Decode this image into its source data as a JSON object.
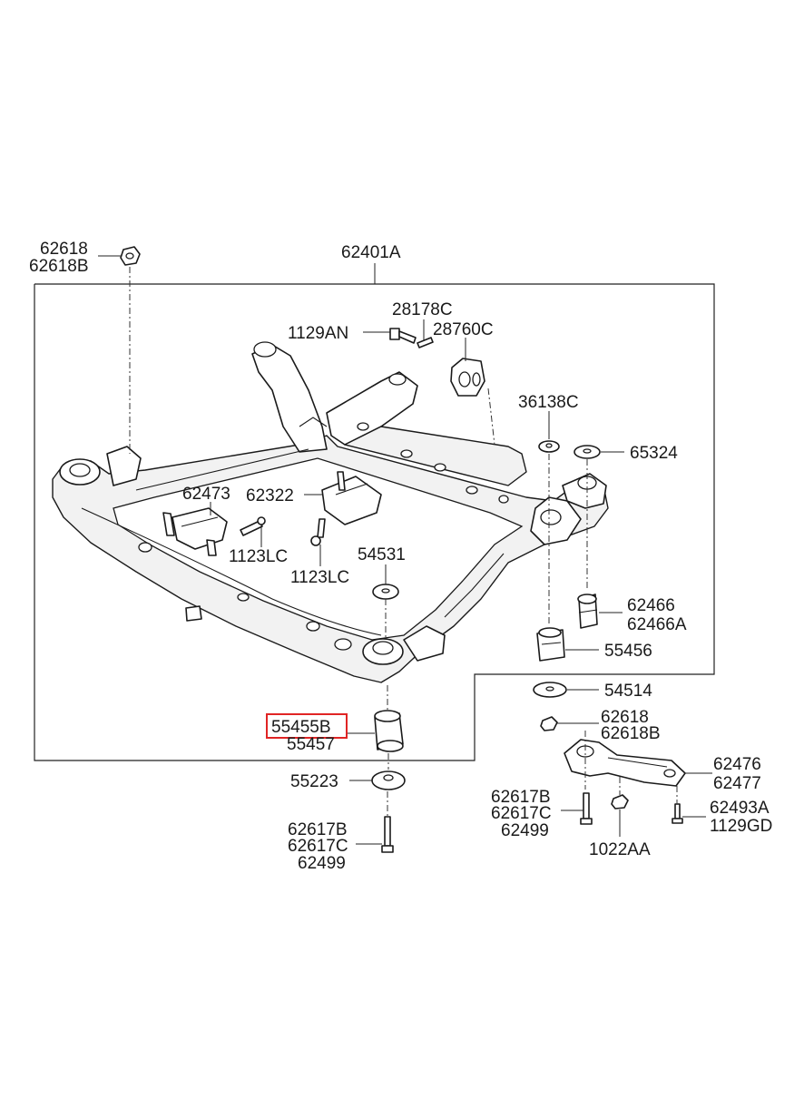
{
  "colors": {
    "highlight": "#e02424",
    "line": "#1a1a1a"
  },
  "labels": {
    "l_62618_top": "62618",
    "l_62618B_top": "62618B",
    "l_62401A": "62401A",
    "l_28178C": "28178C",
    "l_1129AN": "1129AN",
    "l_28760C": "28760C",
    "l_36138C": "36138C",
    "l_65324": "65324",
    "l_62473": "62473",
    "l_62322": "62322",
    "l_1123LC_a": "1123LC",
    "l_1123LC_b": "1123LC",
    "l_54531": "54531",
    "l_62466": "62466",
    "l_62466A": "62466A",
    "l_55456": "55456",
    "l_54514": "54514",
    "l_55455B": "55455B",
    "l_55457": "55457",
    "l_62618_r": "62618",
    "l_62618B_r": "62618B",
    "l_62476": "62476",
    "l_62477": "62477",
    "l_55223": "55223",
    "l_62617B_r": "62617B",
    "l_62617C_r": "62617C",
    "l_62499_r": "62499",
    "l_62493A": "62493A",
    "l_1129GD": "1129GD",
    "l_1022AA": "1022AA",
    "l_62617B_b": "62617B",
    "l_62617C_b": "62617C",
    "l_62499_b": "62499"
  }
}
